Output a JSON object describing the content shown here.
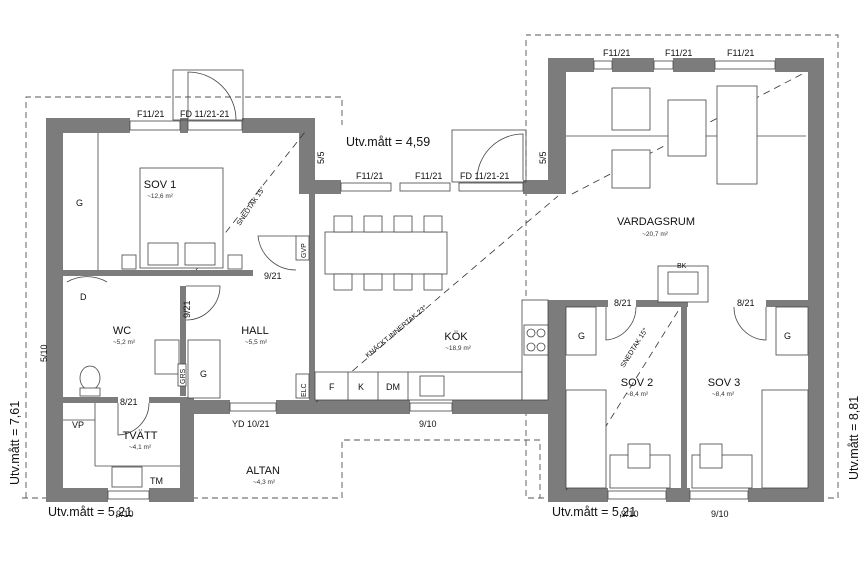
{
  "outer_dimensions": {
    "left_top_width": "Utv.mått = 4,59",
    "left_height": "Utv.mått = 7,61",
    "left_bottom_width": "Utv.mått = 5,21",
    "right_bottom_width": "Utv.mått = 5,21",
    "right_height": "Utv.mått = 8,81"
  },
  "rooms": {
    "sov1": {
      "name": "SOV 1",
      "area": "~12,6 m²"
    },
    "wc": {
      "name": "WC",
      "area": "~5,2 m²"
    },
    "hall": {
      "name": "HALL",
      "area": "~5,5 m²"
    },
    "tvatt": {
      "name": "TVÄTT",
      "area": "~4,1 m²"
    },
    "altan": {
      "name": "ALTAN",
      "area": "~4,3 m²"
    },
    "kok": {
      "name": "KÖK",
      "area": "~18,9 m²"
    },
    "vardagsrum": {
      "name": "VARDAGSRUM",
      "area": "~20,7 m²"
    },
    "sov2": {
      "name": "SOV 2",
      "area": "~8,4 m²"
    },
    "sov3": {
      "name": "SOV 3",
      "area": "~8,4 m²"
    }
  },
  "windows": {
    "sov1_window": "F11/21",
    "sov1_door": "FD 11/21-21",
    "kok_window_1": "F11/21",
    "kok_window_2": "F11/21",
    "kok_door": "FD 11/21-21",
    "living_window_1": "F11/21",
    "living_window_2": "F11/21",
    "living_window_3": "F11/21",
    "gable_left": "5/5",
    "gable_right": "5/5",
    "wc_side": "5/10",
    "altan_door": "YD 10/21"
  },
  "doors": {
    "sov1_door": "9/21",
    "wc_door": "9/21",
    "tvatt_door": "8/21",
    "sov2_door": "8/21",
    "sov3_door": "8/21",
    "tvatt_exterior": "9/10",
    "kok_exterior": "9/10",
    "sov2_exterior": "9/10",
    "sov3_exterior": "9/10"
  },
  "annotations": {
    "snedtak_1": "SNEDTAK 15°",
    "snedtak_2": "SNEDTAK 15°",
    "knackt": "KNÄCKT INNERTAK 23°",
    "bk": "BK"
  },
  "fixtures": {
    "g_sov1": "G",
    "d_wc": "D",
    "g_hall": "G",
    "vp": "VP",
    "tm": "TM",
    "g_sov2": "G",
    "g_sov3": "G",
    "f_kok": "F",
    "k_kok": "K",
    "dm_kok": "DM",
    "gvp": "GVP",
    "grs": "GRS",
    "elc": "ELC"
  }
}
